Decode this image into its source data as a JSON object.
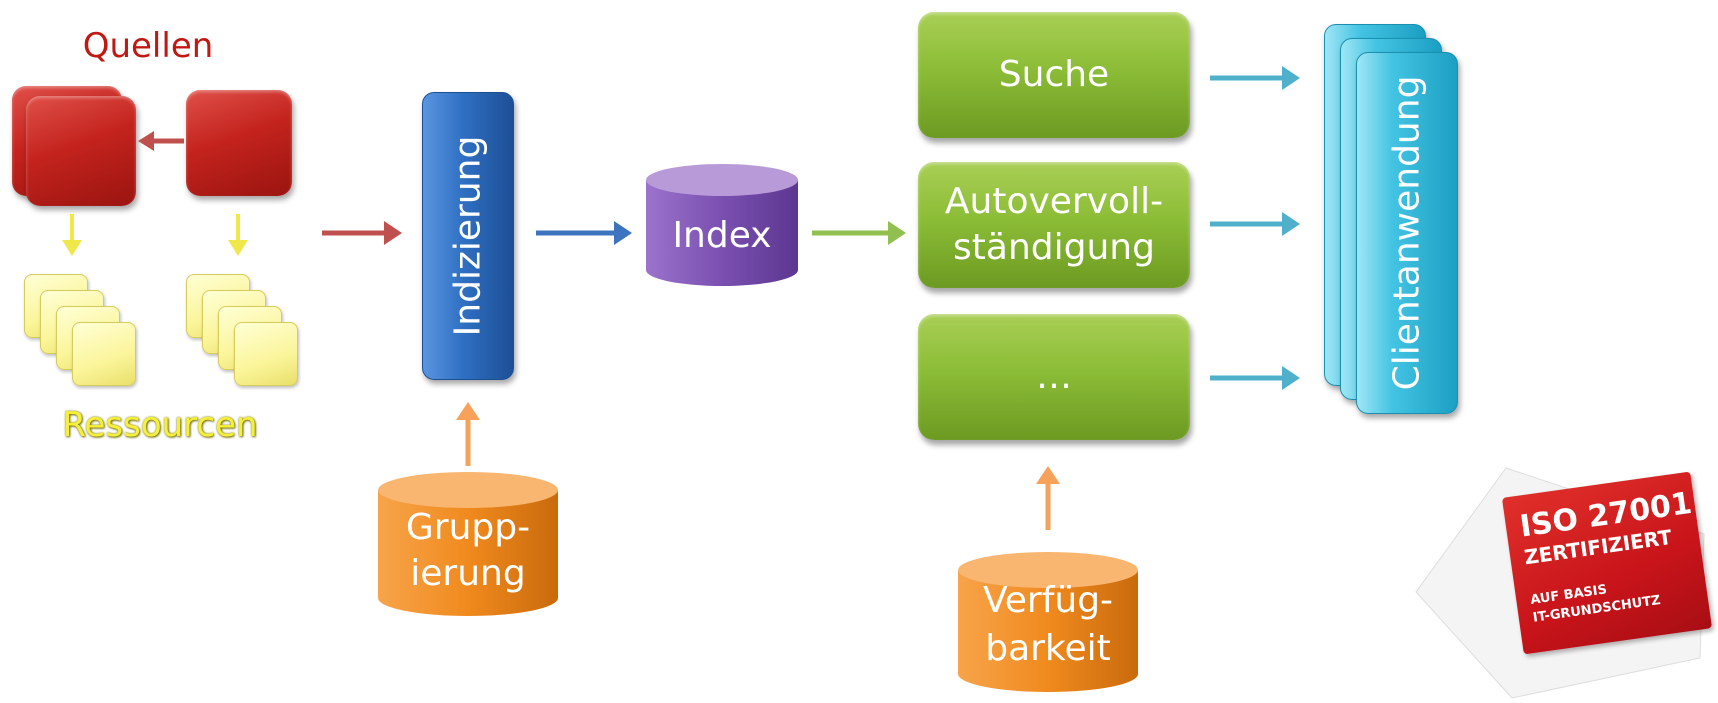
{
  "quellen_label": "Quellen",
  "ressourcen_label": "Ressourcen",
  "indizierung_label": "Indizierung",
  "index_label": "Index",
  "gruppierung_line1": "Grupp-",
  "gruppierung_line2": "ierung",
  "suche_label": "Suche",
  "autovervoll_line1": "Autovervoll-",
  "autovervoll_line2": "ständigung",
  "ellipsis_label": "…",
  "verfueg_line1": "Verfüg-",
  "verfueg_line2": "barkeit",
  "clientanwendung_label": "Clientanwendung",
  "badge": {
    "line1": "ISO 27001",
    "line2": "ZERTIFIZIERT",
    "line3": "AUF BASIS",
    "line4": "IT-GRUNDSCHUTZ"
  },
  "colors": {
    "red": "#c4231d",
    "yellow": "#f5f03a",
    "blue": "#2f6fc2",
    "purple": "#7a4fb0",
    "green": "#8cbd37",
    "orange": "#f08a1e",
    "cyan": "#2cb6d8"
  }
}
